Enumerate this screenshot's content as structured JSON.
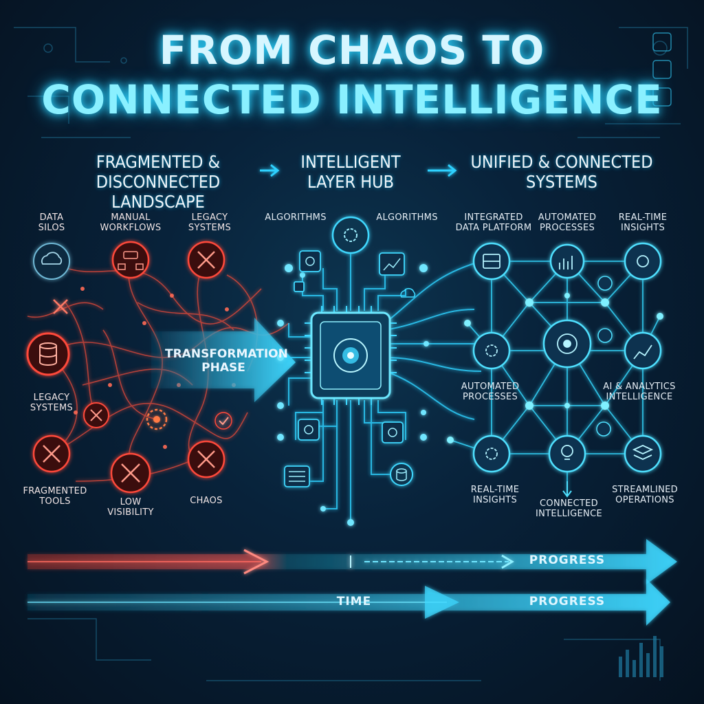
{
  "title": {
    "line1": "FROM CHAOS TO",
    "line2": "CONNECTED INTELLIGENCE"
  },
  "columns": {
    "left": "FRAGMENTED &\nDISCONNECTED LANDSCAPE",
    "middle": "INTELLIGENT\nLAYER HUB",
    "right": "UNIFIED & CONNECTED\nSYSTEMS"
  },
  "left_labels": {
    "data_silos": "DATA\nSILOS",
    "manual_workflows": "MANUAL\nWORKFLOWS",
    "legacy_top": "LEGACY\nSYSTEMS",
    "legacy_mid": "LEGACY\nSYSTEMS",
    "fragmented_tools": "FRAGMENTED\nTOOLS",
    "low_visibility": "LOW\nVISIBILITY",
    "chaos": "CHAOS"
  },
  "transformation": "TRANSFORMATION\nPHASE",
  "hub_labels": {
    "algorithms_left": "ALGORITHMS",
    "algorithms_right": "ALGORITHMS"
  },
  "right_labels": {
    "integrated": "INTEGRATED\nDATA PLATFORM",
    "automated_top": "AUTOMATED\nPROCESSES",
    "realtime_top": "REAL-TIME\nINSIGHTS",
    "automated_mid": "AUTOMATED\nPROCESSES",
    "ai_analytics": "AI & ANALYTICS\nINTELLIGENCE",
    "realtime_bottom": "REAL-TIME\nINSIGHTS",
    "connected": "CONNECTED\nINTELLIGENCE",
    "streamlined": "STREAMLINED\nOPERATIONS"
  },
  "bars": {
    "progress_top": "PROGRESS",
    "time": "TIME",
    "progress_bottom": "PROGRESS"
  },
  "colors": {
    "red": "#ff4a3a",
    "cyan": "#34d9ff",
    "bg": "#061524"
  }
}
